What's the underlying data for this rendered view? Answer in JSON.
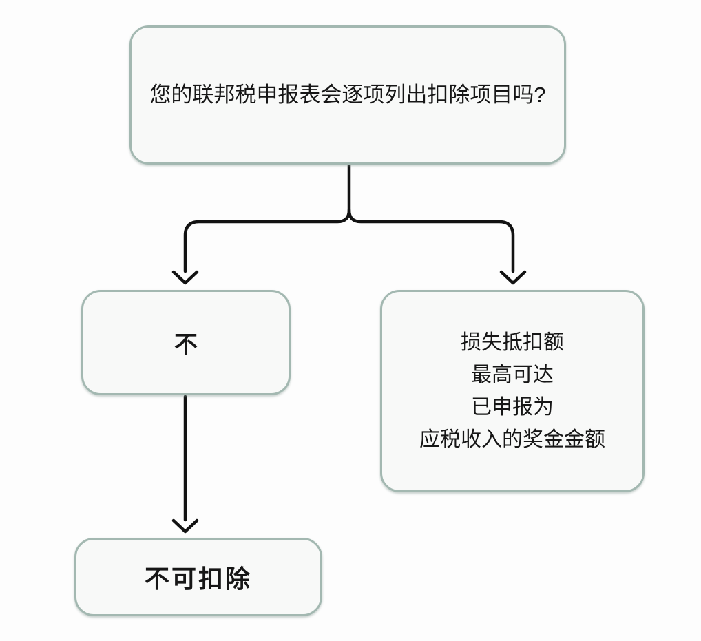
{
  "diagram": {
    "colors": {
      "background": "#fdfdfd",
      "box_fill": "#f8f9f8",
      "box_border": "#a3b8b1",
      "arrow": "#121212",
      "text": "#161616"
    },
    "nodes": {
      "question": {
        "text": "您的联邦税申报表会逐项列出扣除项目吗?"
      },
      "branch_no": {
        "text": "不"
      },
      "branch_yes_result": {
        "lines": [
          "损失抵扣额",
          "最高可达",
          "已申报为",
          "应税收入的奖金金额"
        ]
      },
      "no_result": {
        "text": "不可扣除"
      }
    }
  }
}
